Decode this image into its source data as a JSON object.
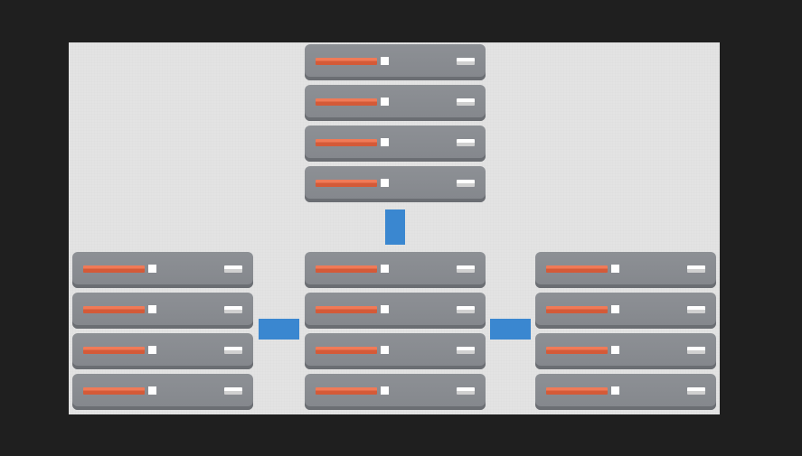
{
  "diagram": {
    "stacks": [
      {
        "name": "top-stack",
        "units": 4
      },
      {
        "name": "left-stack",
        "units": 4
      },
      {
        "name": "center-stack",
        "units": 4
      },
      {
        "name": "right-stack",
        "units": 4
      }
    ],
    "connectors": [
      "top-to-center",
      "left-to-center",
      "center-to-right"
    ],
    "colors": {
      "background": "#1f1f1f",
      "canvas": "#e3e3e3",
      "server": "#8d9095",
      "server_bar": "#f07a57",
      "connector": "#3a87d0"
    }
  }
}
